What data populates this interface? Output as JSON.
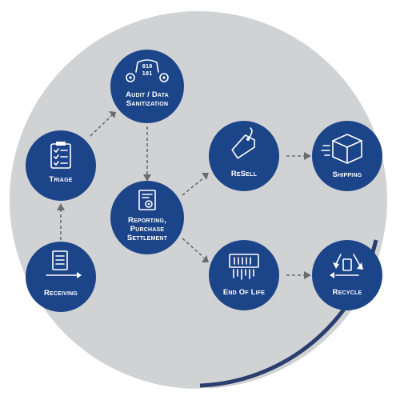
{
  "diagram": {
    "colors": {
      "node_fill": "#1c4488",
      "background_circle": "#d0d2d4",
      "swoosh": "#2a3f6e",
      "arrow": "#6b6b6b",
      "text": "#ffffff"
    },
    "nodes": {
      "receiving": {
        "label": "Receiving",
        "icon": "document-arrows-icon"
      },
      "triage": {
        "label": "Triage",
        "icon": "clipboard-checklist-icon"
      },
      "audit": {
        "label_line1": "Audit / Data",
        "label_line2": "Sanitization",
        "icon": "binary-gears-icon"
      },
      "reporting": {
        "label_line1": "Reporting,",
        "label_line2": "Purchase",
        "label_line3": "Settlement",
        "icon": "report-gear-icon"
      },
      "resell": {
        "label": "ReSell",
        "icon": "price-tag-icon"
      },
      "shipping": {
        "label": "Shipping",
        "icon": "package-box-icon"
      },
      "end_of_life": {
        "label": "End Of Life",
        "icon": "shredder-icon"
      },
      "recycle": {
        "label": "Recycle",
        "icon": "recycle-icon"
      }
    }
  }
}
